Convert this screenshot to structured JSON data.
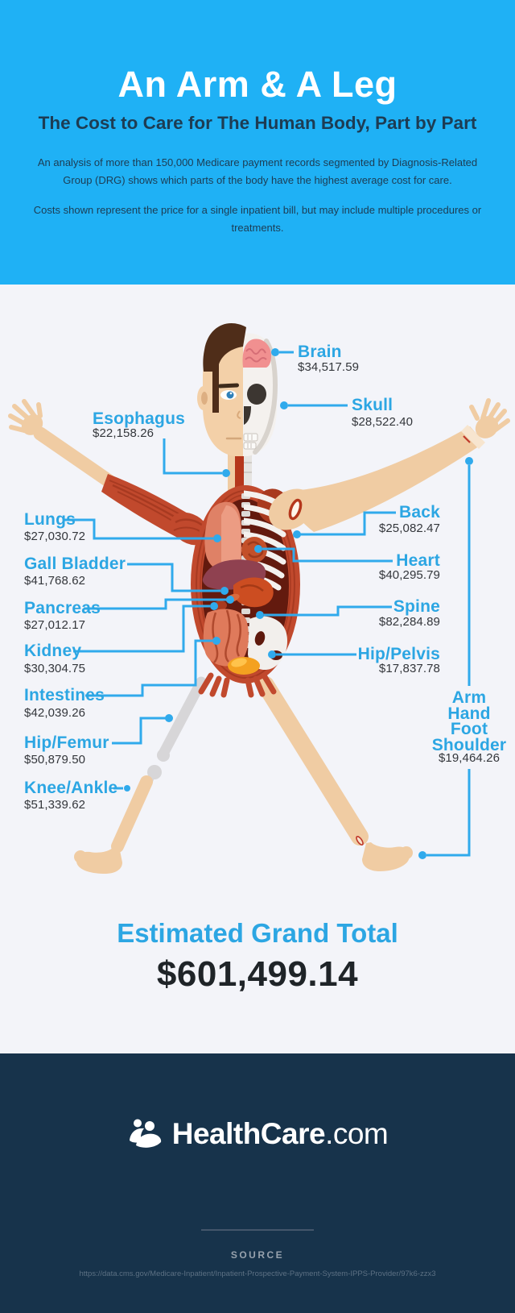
{
  "header": {
    "title": "An Arm & A Leg",
    "subtitle": "The Cost to Care for The Human Body, Part by Part",
    "paragraph1": "An analysis of more than 150,000 Medicare payment records segmented by Diagnosis-Related Group (DRG) shows which parts of the body have the highest average cost for care.",
    "paragraph2": "Costs shown represent the price for a single inpatient bill, but may include multiple procedures or treatments."
  },
  "body_labels": [
    {
      "id": "brain",
      "name": "Brain",
      "price": "$34,517.59"
    },
    {
      "id": "skull",
      "name": "Skull",
      "price": "$28,522.40"
    },
    {
      "id": "esophagus",
      "name": "Esophagus",
      "price": "$22,158.26"
    },
    {
      "id": "lungs",
      "name": "Lungs",
      "price": "$27,030.72"
    },
    {
      "id": "back",
      "name": "Back",
      "price": "$25,082.47"
    },
    {
      "id": "gall_bladder",
      "name": "Gall Bladder",
      "price": "$41,768.62"
    },
    {
      "id": "heart",
      "name": "Heart",
      "price": "$40,295.79"
    },
    {
      "id": "pancreas",
      "name": "Pancreas",
      "price": "$27,012.17"
    },
    {
      "id": "spine",
      "name": "Spine",
      "price": "$82,284.89"
    },
    {
      "id": "kidney",
      "name": "Kidney",
      "price": "$30,304.75"
    },
    {
      "id": "hip_pelvis",
      "name": "Hip/Pelvis",
      "price": "$17,837.78"
    },
    {
      "id": "intestines",
      "name": "Intestines",
      "price": "$42,039.26"
    },
    {
      "id": "hip_femur",
      "name": "Hip/Femur",
      "price": "$50,879.50"
    },
    {
      "id": "arm_hand_foot_shoulder",
      "name": "Arm\nHand\nFoot\nShoulder",
      "price": "$19,464.26"
    },
    {
      "id": "knee_ankle",
      "name": "Knee/Ankle",
      "price": "$51,339.62"
    }
  ],
  "grand_total": {
    "label": "Estimated Grand Total",
    "amount": "$601,499.14"
  },
  "footer": {
    "brand": "HealthCare",
    "brand_suffix": ".com",
    "source_label": "SOURCE",
    "source_url": "https://data.cms.gov/Medicare-Inpatient/Inpatient-Prospective-Payment-System-IPPS-Provider/97k6-zzx3"
  },
  "colors": {
    "accent_blue": "#2CA6E3",
    "leader_blue": "#30AAEC",
    "header_bg": "#1FB1F5",
    "page_bg": "#F3F4F9",
    "footer_bg": "#17334B",
    "navy_text": "#1D3C53",
    "price_text": "#33363B",
    "total_text": "#1F2428"
  }
}
